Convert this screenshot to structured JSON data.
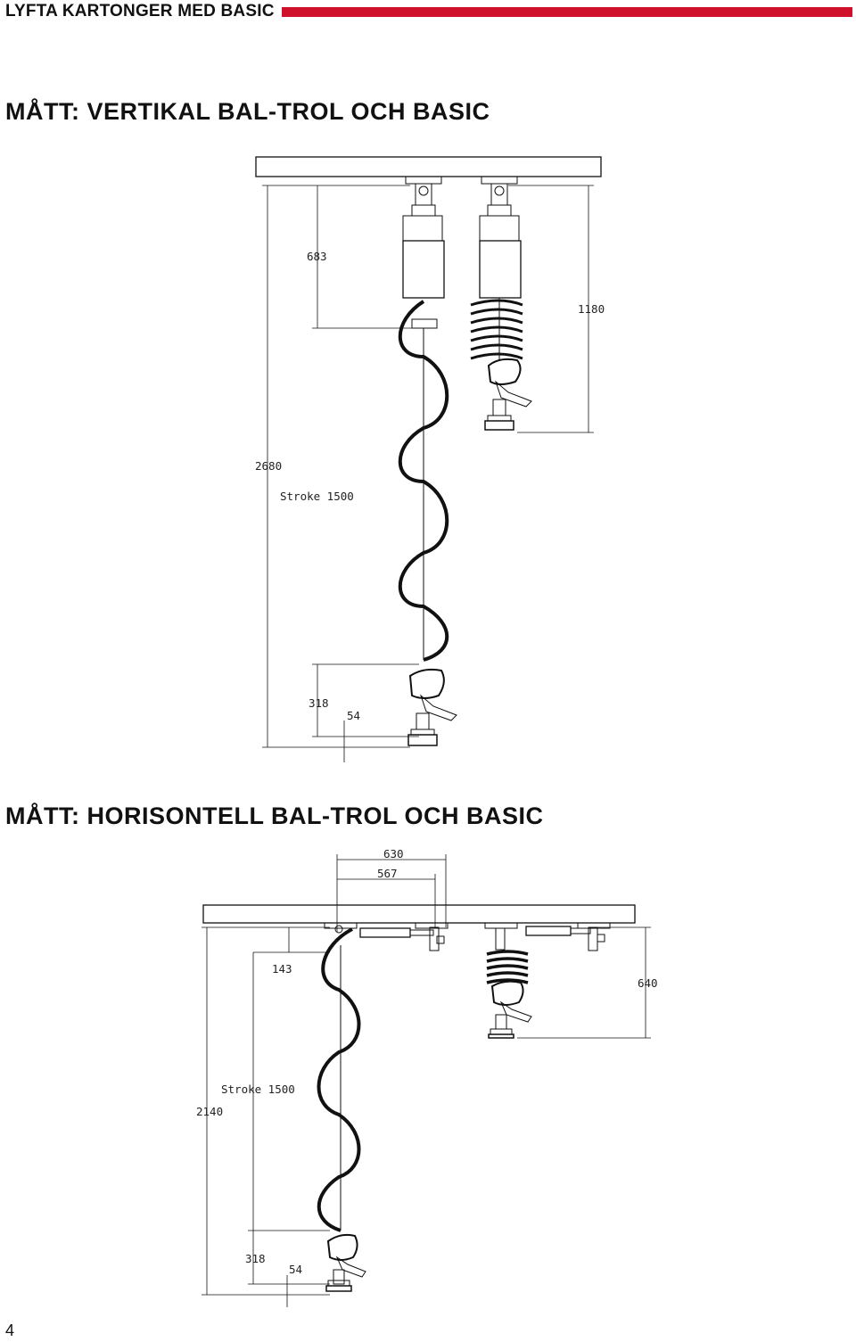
{
  "header": {
    "title": "LYFTA KARTONGER MED BASIC",
    "accent_color": "#d0112b"
  },
  "vertical": {
    "title": "MÅTT: VERTIKAL BAL-TROL OCH BASIC",
    "dims": {
      "d683": "683",
      "d1180": "1180",
      "d2680": "2680",
      "stroke": "Stroke 1500",
      "d318": "318",
      "d54": "54"
    }
  },
  "horizontal": {
    "title": "MÅTT: HORISONTELL BAL-TROL OCH BASIC",
    "dims": {
      "d630": "630",
      "d567": "567",
      "d143": "143",
      "d640": "640",
      "stroke": "Stroke 1500",
      "d2140": "2140",
      "d318": "318",
      "d54": "54"
    }
  },
  "page_number": "4"
}
